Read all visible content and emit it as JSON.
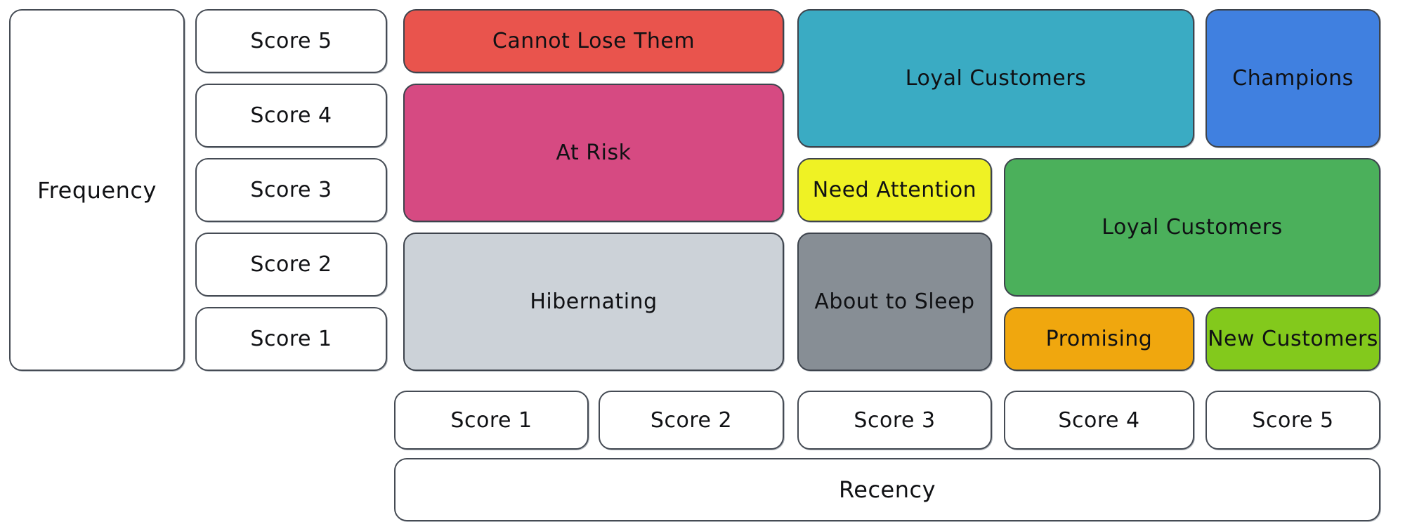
{
  "axes": {
    "frequency": {
      "label": "Frequency",
      "scores": [
        "Score 5",
        "Score 4",
        "Score 3",
        "Score 2",
        "Score 1"
      ]
    },
    "recency": {
      "label": "Recency",
      "scores": [
        "Score 1",
        "Score 2",
        "Score 3",
        "Score 4",
        "Score 5"
      ]
    }
  },
  "colors": {
    "outline": "#454b54",
    "axis_box_bg": "#ffffff",
    "text": "#101114"
  },
  "segments": [
    {
      "label": "Cannot Lose Them",
      "color": "#e9544d",
      "col": 1,
      "colspan": 2,
      "row": 1,
      "rowspan": 1
    },
    {
      "label": "At Risk",
      "color": "#d64a82",
      "col": 1,
      "colspan": 2,
      "row": 2,
      "rowspan": 2
    },
    {
      "label": "Hibernating",
      "color": "#ccd2d8",
      "col": 1,
      "colspan": 2,
      "row": 4,
      "rowspan": 2
    },
    {
      "label": "Loyal Customers",
      "color": "#3aabc3",
      "col": 3,
      "colspan": 2,
      "row": 1,
      "rowspan": 2
    },
    {
      "label": "Champions",
      "color": "#4080e0",
      "col": 5,
      "colspan": 1,
      "row": 1,
      "rowspan": 2
    },
    {
      "label": "Need Attention",
      "color": "#eff224",
      "col": 3,
      "colspan": 1,
      "row": 3,
      "rowspan": 1
    },
    {
      "label": "Loyal Customers",
      "color": "#4bb05b",
      "col": 4,
      "colspan": 2,
      "row": 3,
      "rowspan": 2
    },
    {
      "label": "About to Sleep",
      "color": "#878e95",
      "col": 3,
      "colspan": 1,
      "row": 4,
      "rowspan": 2
    },
    {
      "label": "Promising",
      "color": "#f0a70e",
      "col": 4,
      "colspan": 1,
      "row": 5,
      "rowspan": 1
    },
    {
      "label": "New Customers",
      "color": "#83c91c",
      "col": 5,
      "colspan": 1,
      "row": 5,
      "rowspan": 1
    }
  ]
}
